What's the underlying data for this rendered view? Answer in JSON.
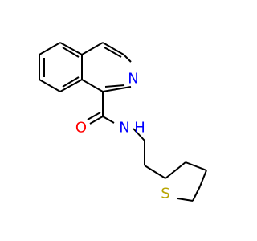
{
  "molecule": {
    "atoms": {
      "n_ring": {
        "text": "N",
        "color": "#0000ff"
      },
      "o": {
        "text": "O",
        "color": "#ff0000"
      },
      "n_amide": {
        "text": "N",
        "color": "#0000ff"
      },
      "h_amide": {
        "text": "H",
        "color": "#0000ff"
      },
      "s": {
        "text": "S",
        "color": "#b8a500"
      }
    }
  }
}
